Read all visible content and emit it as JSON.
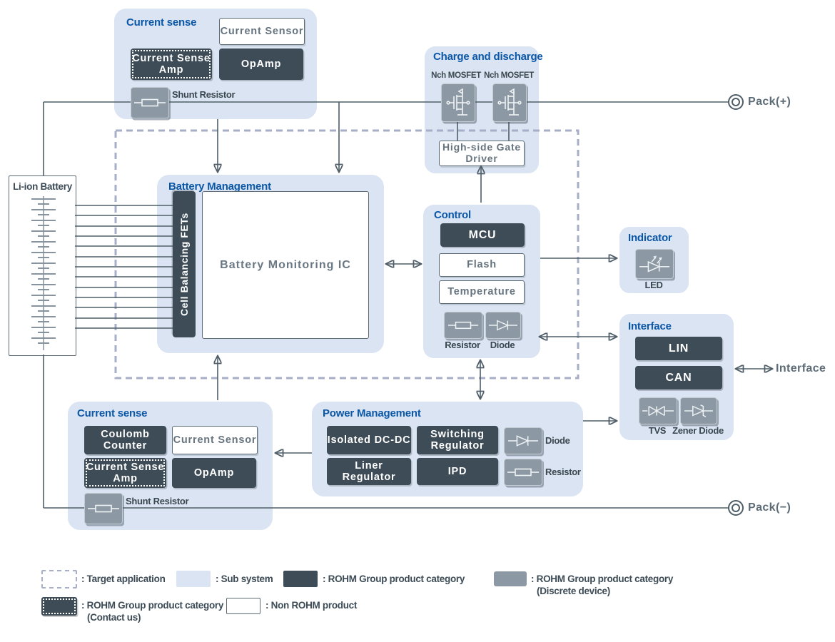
{
  "blocks": {
    "current_sense_top": {
      "title": "Current sense",
      "current_sensor": "Current Sensor",
      "current_sense_amp": "Current Sense Amp",
      "opamp": "OpAmp",
      "shunt_resistor_label": "Shunt Resistor"
    },
    "charge_and_discharge": {
      "title": "Charge and discharge",
      "mosfet_left_label": "Nch MOSFET",
      "mosfet_right_label": "Nch MOSFET",
      "gate_driver": "High-side Gate Driver"
    },
    "li_ion_battery": {
      "title": "Li-ion Battery"
    },
    "battery_management": {
      "title": "Battery Management",
      "cell_balancing_fets": "Cell Balancing FETs",
      "battery_monitoring_ic": "Battery Monitoring IC"
    },
    "control": {
      "title": "Control",
      "mcu": "MCU",
      "flash": "Flash",
      "temperature": "Temperature",
      "resistor_label": "Resistor",
      "diode_label": "Diode"
    },
    "indicator": {
      "title": "Indicator",
      "led_label": "LED"
    },
    "interface": {
      "title": "Interface",
      "lin": "LIN",
      "can": "CAN",
      "tvs_label": "TVS",
      "zener_label": "Zener Diode",
      "external_label": "Interface"
    },
    "current_sense_bottom": {
      "title": "Current sense",
      "coulomb_counter": "Coulomb Counter",
      "current_sensor": "Current Sensor",
      "current_sense_amp": "Current Sense Amp",
      "opamp": "OpAmp",
      "shunt_resistor_label": "Shunt Resistor"
    },
    "power_management": {
      "title": "Power Management",
      "isolated_dcdc": "Isolated DC-DC",
      "switching_regulator": "Switching Regulator",
      "liner_regulator": "Liner Regulator",
      "ipd": "IPD",
      "diode_label": "Diode",
      "resistor_label": "Resistor"
    }
  },
  "terminals": {
    "pack_plus": "Pack(+)",
    "pack_minus": "Pack(−)"
  },
  "legend": {
    "target_application": ": Target application",
    "sub_system": ": Sub system",
    "rohm_product": ": ROHM Group product category",
    "rohm_discrete_line1": ": ROHM Group product category",
    "rohm_discrete_line2": "(Discrete device)",
    "rohm_contact_line1": ": ROHM Group product category",
    "rohm_contact_line2": "(Contact us)",
    "non_rohm": ": Non ROHM product"
  },
  "colors": {
    "subsystem_bg": "#dbe4f2",
    "title_blue": "#0b57a7",
    "product_dark": "#3e4c57",
    "discrete_gray": "#8c99a4",
    "wire": "#4f5e68",
    "dashed_border": "#a7aec7"
  }
}
